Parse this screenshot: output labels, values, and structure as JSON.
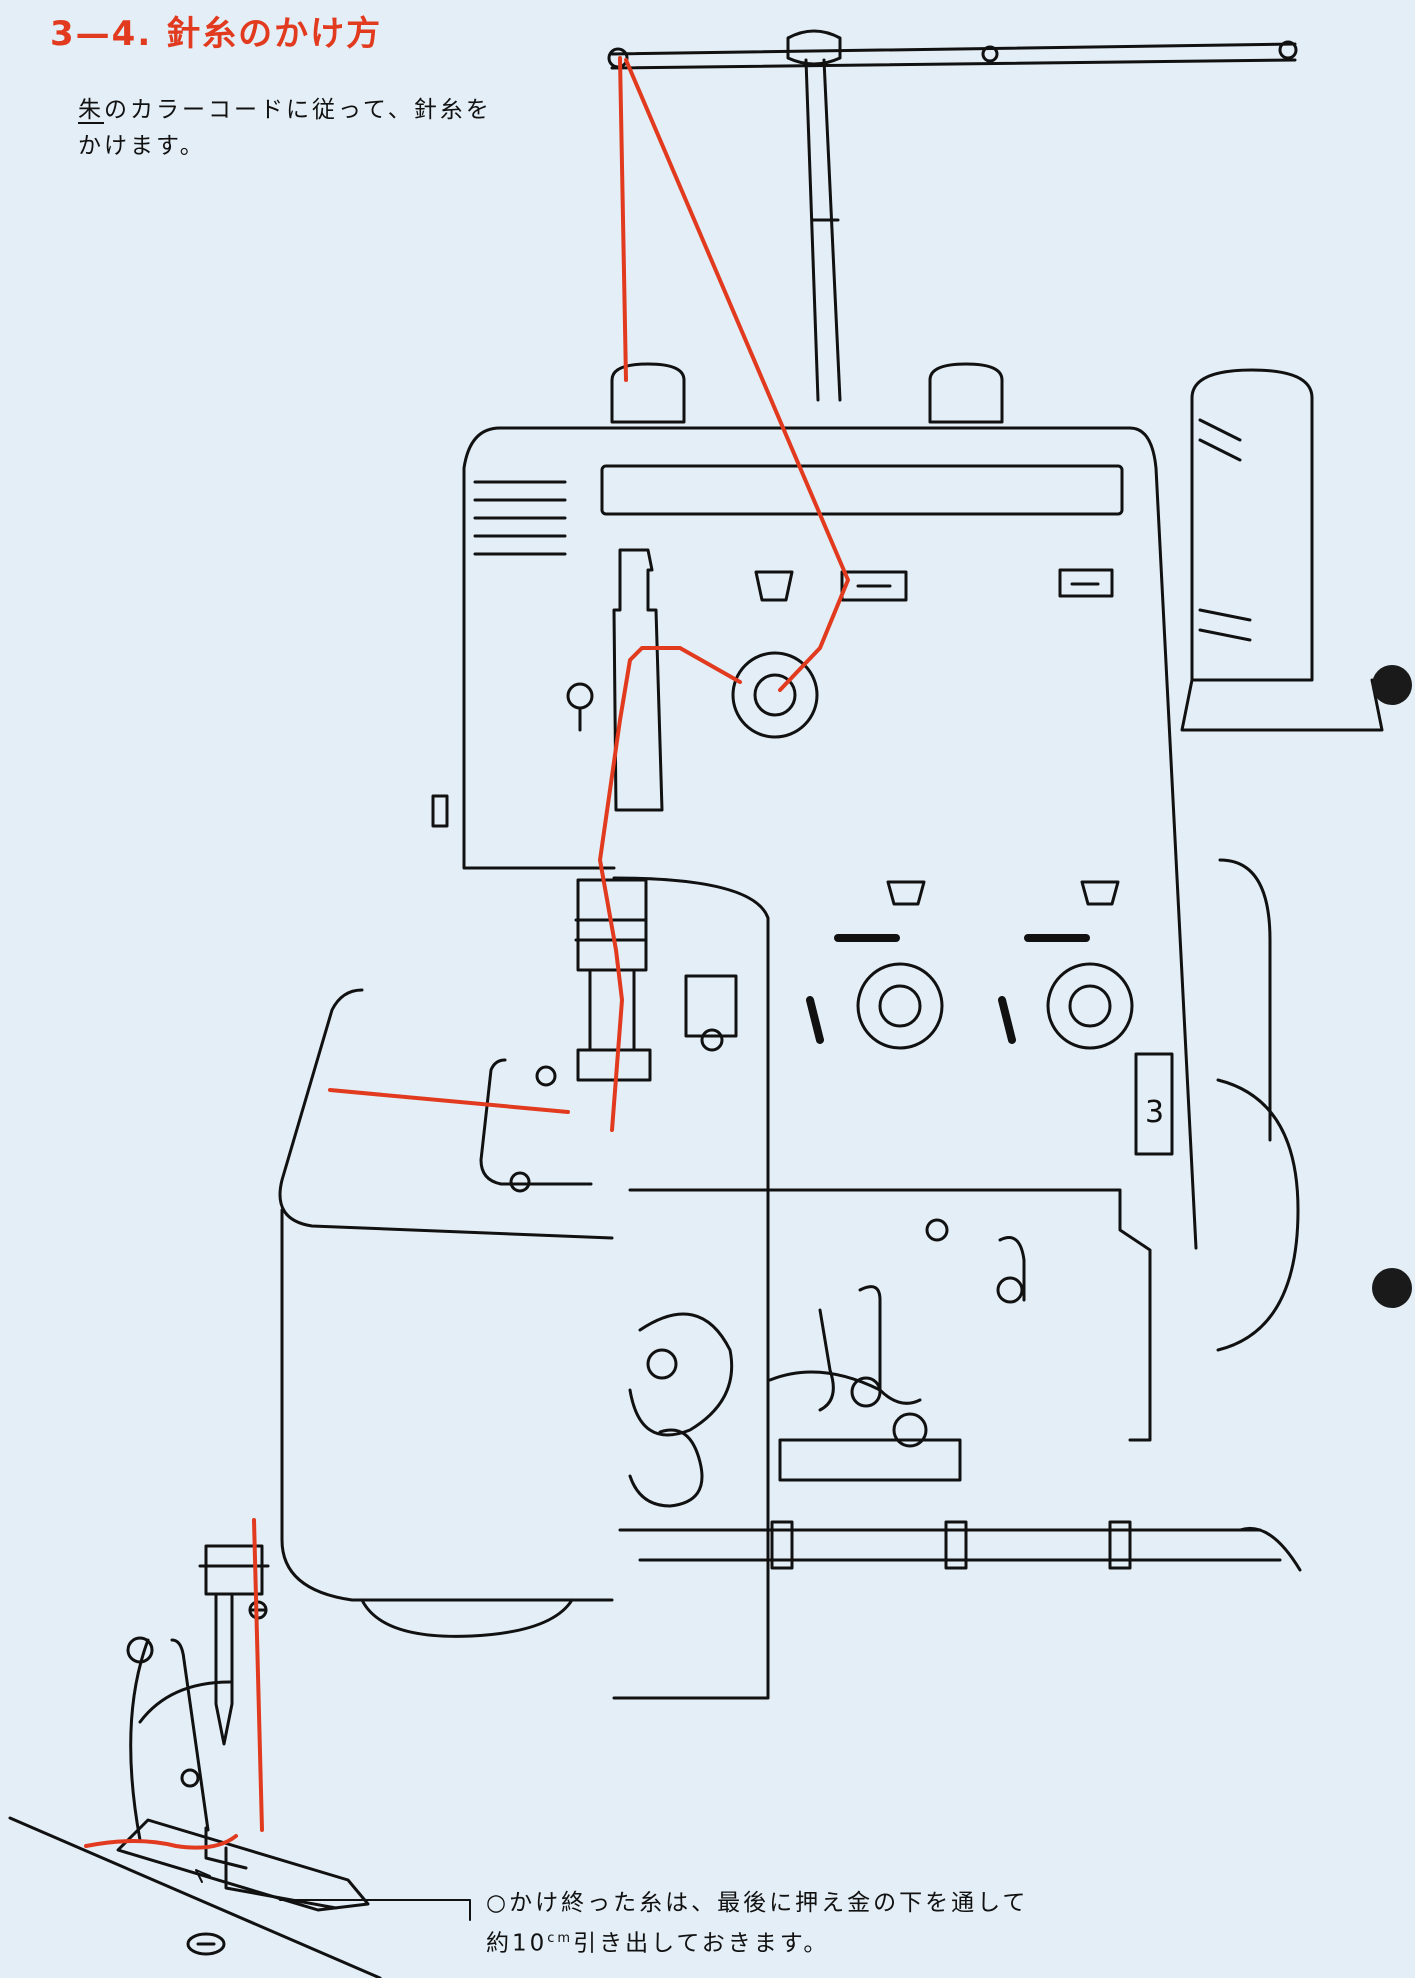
{
  "page": {
    "section_number": "3—4.",
    "section_title": "針糸のかけ方",
    "intro": {
      "marked_char": "朱",
      "line1_rest": "のカラーコードに従って、針糸を",
      "line2": "かけます。"
    },
    "note": {
      "bullet": "○",
      "line1": "かけ終った糸は、最後に押え金の下を通して",
      "line2_prefix": "約10",
      "line2_unit": "cm",
      "line2_rest": "引き出しておきます。"
    },
    "dial_label": "3",
    "colors": {
      "background": "#e3eef6",
      "title": "#e23a1e",
      "thread": "#e23a1e",
      "line": "#111111"
    }
  }
}
